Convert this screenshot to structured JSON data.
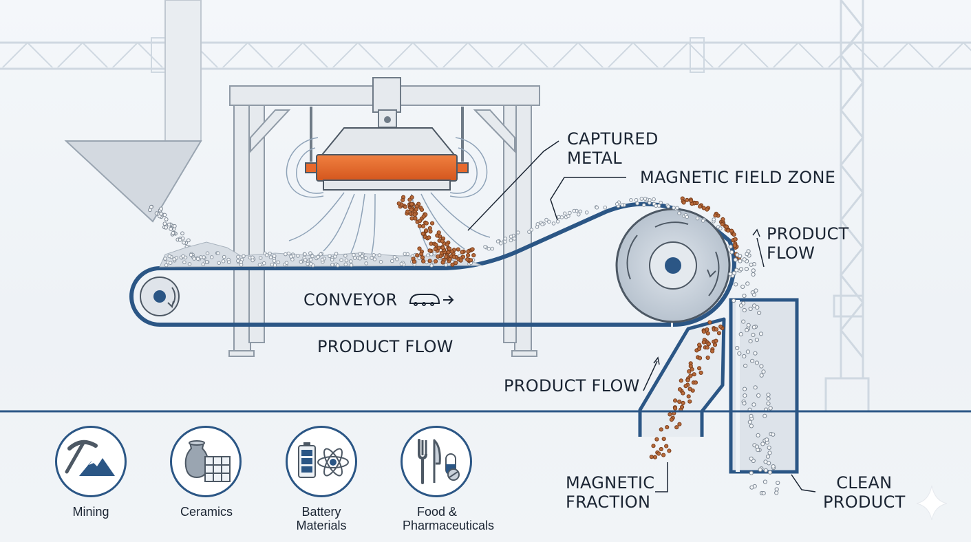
{
  "labels": {
    "captured_metal": [
      "CAPTURED",
      "METAL"
    ],
    "magnetic_field_zone": "MAGNETIC FIELD ZONE",
    "product_flow_right": [
      "PRODUCT",
      "FLOW"
    ],
    "conveyor": "CONVEYOR",
    "product_flow_bottom": "PRODUCT FLOW",
    "product_flow_chute": "PRODUCT FLOW",
    "magnetic_fraction": [
      "MAGNETIC",
      "FRACTION"
    ],
    "clean_product": [
      "CLEAN",
      "PRODUCT"
    ]
  },
  "applications": [
    {
      "label": "Mining",
      "icon": "pickaxe-mountain-icon"
    },
    {
      "label": "Ceramics",
      "icon": "vase-tiles-icon"
    },
    {
      "label": "Battery Materials",
      "icon": "battery-atom-icon"
    },
    {
      "label": "Food & Pharmaceuticals",
      "icon": "fork-knife-capsule-icon"
    }
  ],
  "colors": {
    "belt": "#2b5685",
    "magnet": "#e8692c",
    "metal_particle": "#b86a3a",
    "frame": "#c9d1da",
    "text": "#1b2533"
  }
}
